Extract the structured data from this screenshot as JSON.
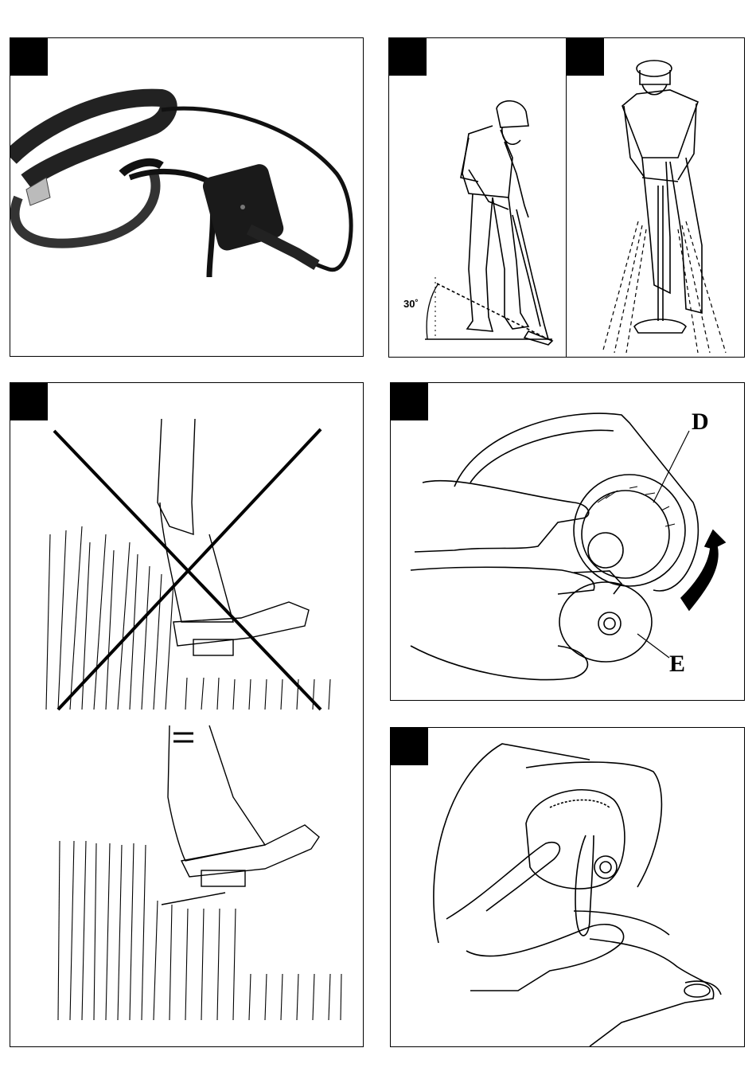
{
  "panels": {
    "p1": {
      "kind": "photo-cable-strain-relief"
    },
    "p2": {
      "kind": "illustration-operator-stance",
      "angle_label": "30˚"
    },
    "p3": {
      "kind": "illustration-operator-front"
    },
    "p4": {
      "kind": "illustration-cutting-technique"
    },
    "p5": {
      "kind": "illustration-spool-removal",
      "label_d": "D",
      "label_e": "E"
    },
    "p6": {
      "kind": "illustration-line-threading"
    }
  },
  "colors": {
    "ink": "#000000",
    "paper": "#ffffff"
  }
}
